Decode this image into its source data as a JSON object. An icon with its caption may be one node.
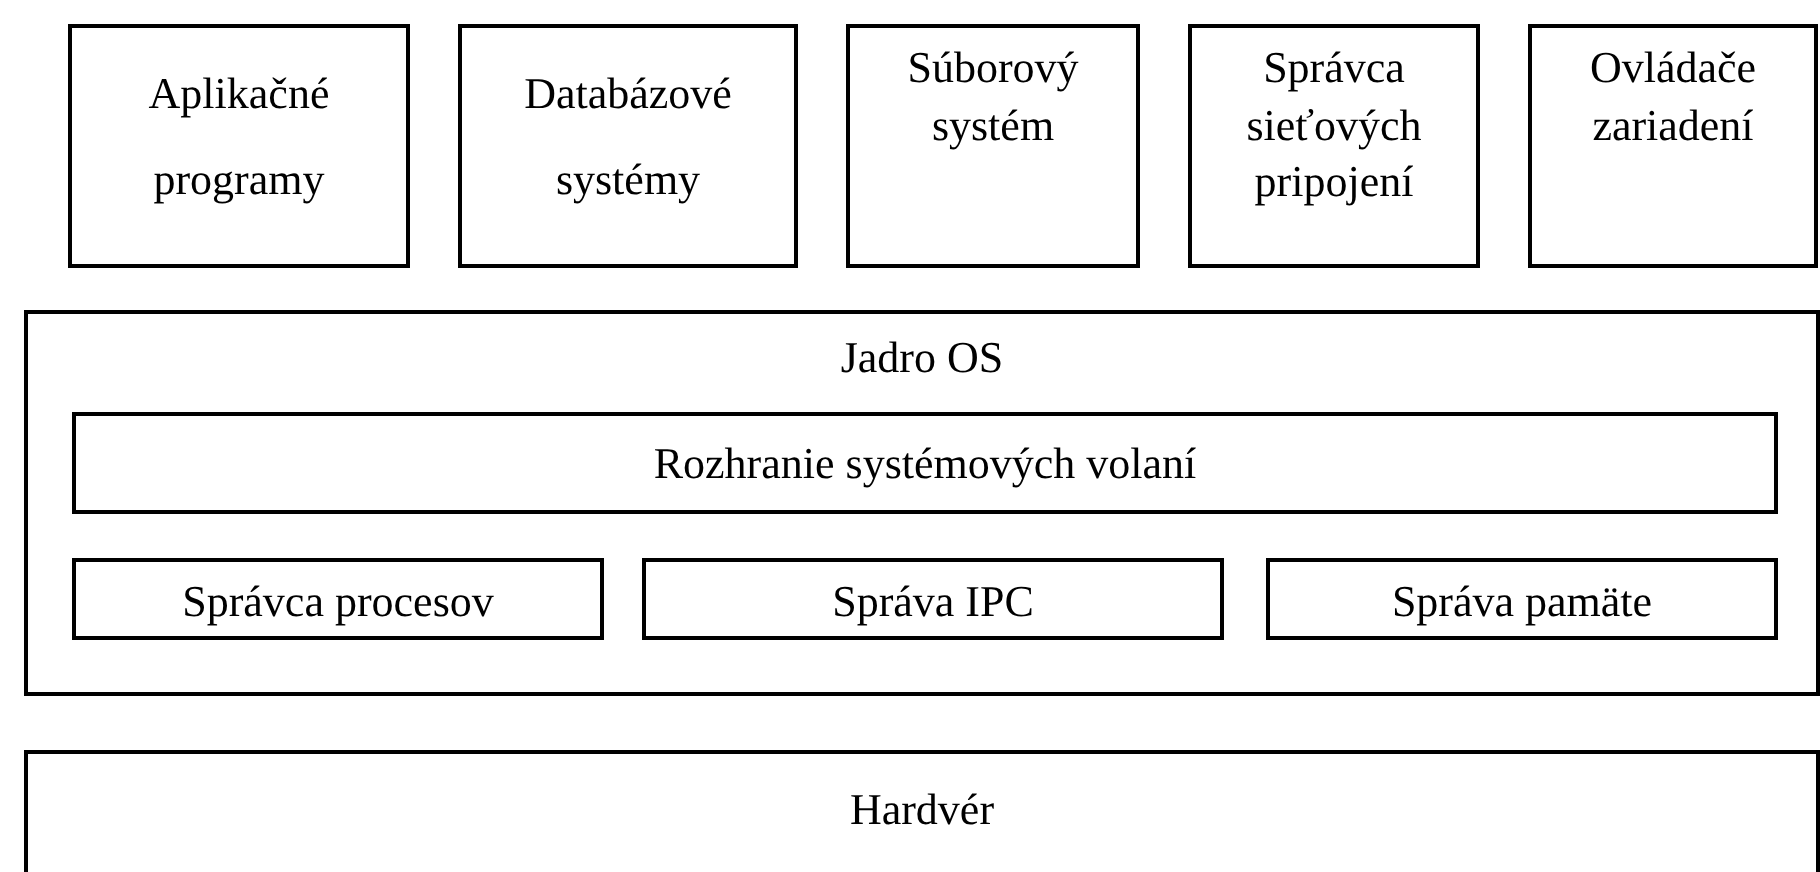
{
  "diagram": {
    "nodes": [
      {
        "text": [
          "Aplikačné programy"
        ]
      },
      {
        "text": [
          "Databázové systémy"
        ]
      },
      {
        "text": [
          "Súborový systém"
        ]
      },
      {
        "text": [
          "Správca sieťových pripojení"
        ]
      },
      {
        "text": [
          "Ovládače zariadení"
        ]
      },
      {
        "text": [
          "Jadro OS"
        ]
      },
      {
        "text": [
          "Rozhranie systémových volaní"
        ],
        "in": 5
      },
      {
        "text": [
          "Správca procesov"
        ],
        "in": 5
      },
      {
        "text": [
          "Správa IPC"
        ],
        "in": 5
      },
      {
        "text": [
          "Správa pamäte"
        ],
        "in": 5
      },
      {
        "text": [
          "Hardvér"
        ]
      }
    ]
  }
}
